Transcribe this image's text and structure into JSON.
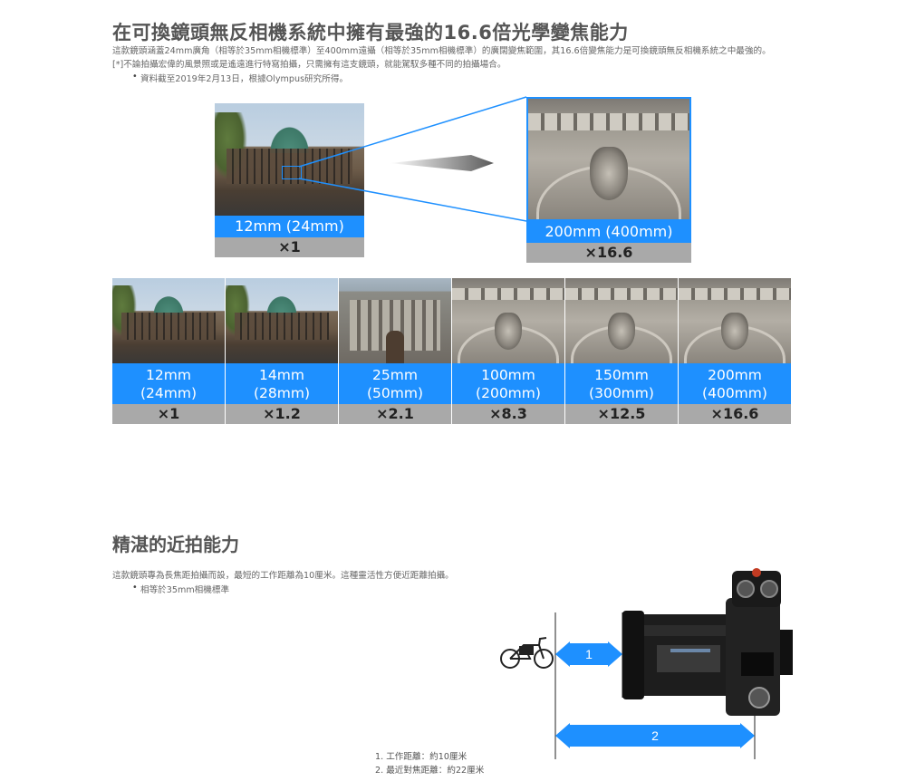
{
  "section1": {
    "title": "在可換鏡頭無反相機系統中擁有最強的16.6倍光學變焦能力",
    "paragraph_line1": "這款鏡頭涵蓋24mm廣角（相等於35mm相機標準）至400mm遠攝（相等於35mm相機標準）的廣闊變焦範圍，其16.6倍變焦能力是可換鏡頭無反相機系統之中最強的。",
    "paragraph_line2": "[*]不論拍攝宏偉的風景照或是遙遠進行特寫拍攝，只需擁有這支鏡頭，就能駕馭多種不同的拍攝場合。",
    "bullet": "資料截至2019年2月13日，根據Olympus研究所得。",
    "compare_wide": {
      "focal": "12mm (24mm)",
      "ratio": "×1"
    },
    "compare_tele": {
      "focal": "200mm (400mm)",
      "ratio": "×16.6"
    }
  },
  "focal_steps": [
    {
      "line1": "12mm",
      "line2": "(24mm)",
      "ratio": "×1"
    },
    {
      "line1": "14mm",
      "line2": "(28mm)",
      "ratio": "×1.2"
    },
    {
      "line1": "25mm",
      "line2": "(50mm)",
      "ratio": "×2.1"
    },
    {
      "line1": "100mm",
      "line2": "(200mm)",
      "ratio": "×8.3"
    },
    {
      "line1": "150mm",
      "line2": "(300mm)",
      "ratio": "×12.5"
    },
    {
      "line1": "200mm",
      "line2": "(400mm)",
      "ratio": "×16.6"
    }
  ],
  "section2": {
    "title": "精湛的近拍能力",
    "paragraph": "這款鏡頭專為長焦距拍攝而設，最短的工作距離為10厘米。這種靈活性方便近距離拍攝。",
    "bullet": "相等於35mm相機標準",
    "marker1": "1",
    "marker2": "2",
    "note1": "1. 工作距離：約10厘米",
    "note2": "2. 最近對焦距離：約22厘米"
  },
  "colors": {
    "accent_blue": "#1e90ff",
    "line_blue": "#1e90ff",
    "label_gray": "#a9a9a9"
  }
}
